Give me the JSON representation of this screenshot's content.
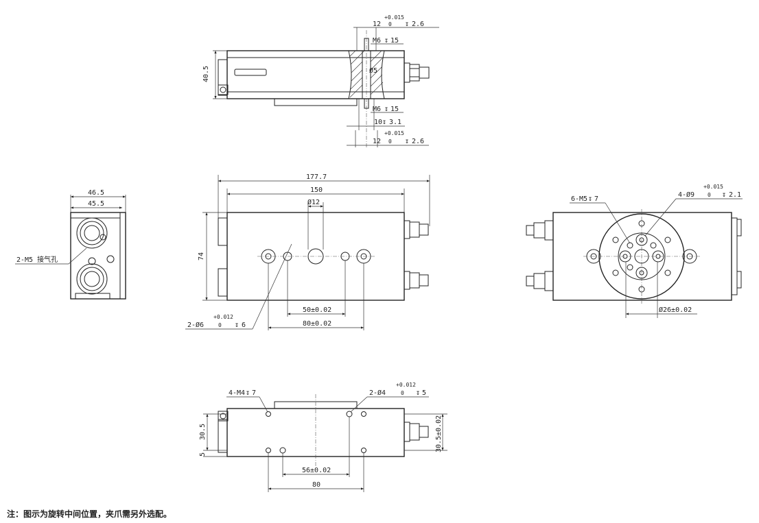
{
  "views": {
    "top": {
      "dims": {
        "tol_upper": "+0.015",
        "tol_lower": "0",
        "width12": "12",
        "depth26": "2.6",
        "m6_top": "M6",
        "m6_top_depth": "15",
        "bore": "Ø5",
        "m6_bottom": "M6",
        "m6_bottom_depth": "15",
        "ten": "10",
        "ten_depth": "3.1",
        "tol_upper_2": "+0.015",
        "tol_lower_2": "0",
        "width12_2": "12",
        "depth26_2": "2.6",
        "height": "40.5"
      }
    },
    "end": {
      "width_outer": "46.5",
      "width_inner": "45.5",
      "port_label": "2-M5 接气孔"
    },
    "front": {
      "length_total": "177.7",
      "length_body": "150",
      "center_bore": "Ø12",
      "height": "74",
      "pitch_50": "50±0.02",
      "pitch_80": "80±0.02",
      "pin_callout": "2-Ø6",
      "pin_tol_upper": "+0.012",
      "pin_tol_lower": "0",
      "pin_depth": "6"
    },
    "side": {
      "thread_callout": "6-M5",
      "thread_depth": "7",
      "hole_callout": "4-Ø9",
      "hole_tol_upper": "+0.015",
      "hole_tol_lower": "0",
      "hole_depth": "2.1",
      "pcd": "Ø26±0.02"
    },
    "bottom": {
      "m4_callout": "4-M4",
      "m4_depth": "7",
      "pin_callout": "2-Ø4",
      "pin_tol_upper": "+0.012",
      "pin_tol_lower": "0",
      "pin_depth": "5",
      "height_left": "30.5",
      "offset_left": "5",
      "height_right": "30.5±0.02",
      "pitch_56": "56±0.02",
      "pitch_80": "80"
    }
  },
  "note": "注：图示为旋转中间位置，夹爪需另外选配。"
}
